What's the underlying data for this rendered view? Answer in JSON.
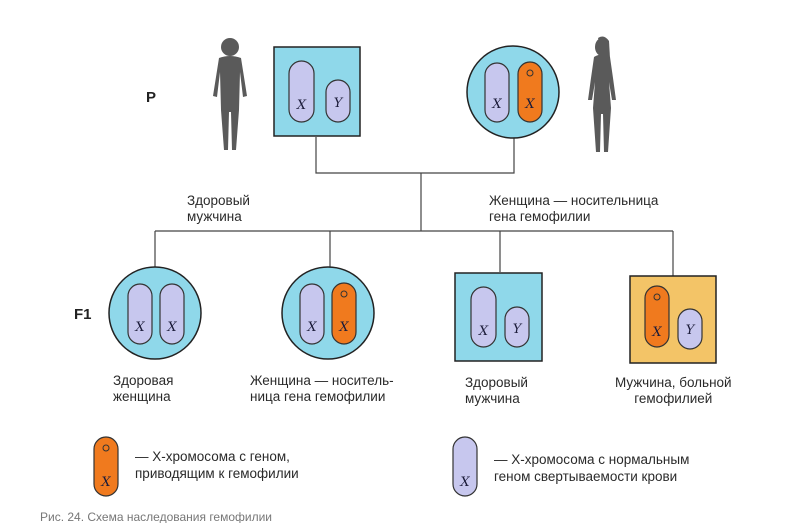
{
  "colors": {
    "cell_fill": "#8fd8ea",
    "cell_stroke": "#222222",
    "normal_x_fill": "#c7c7ee",
    "mutant_x_fill": "#f07a1e",
    "affected_square_fill": "#f3c467",
    "line": "#444444"
  },
  "generations": {
    "parents_label": "P",
    "offspring_label": "F1"
  },
  "parents": {
    "father": {
      "icon": "male-silhouette-icon",
      "shape": "square",
      "chromosomes": [
        {
          "letter": "X",
          "type": "normal"
        },
        {
          "letter": "Y",
          "type": "y"
        }
      ],
      "caption_lines": [
        "Здоровый",
        "мужчина"
      ]
    },
    "mother": {
      "icon": "female-silhouette-icon",
      "shape": "circle",
      "chromosomes": [
        {
          "letter": "X",
          "type": "normal"
        },
        {
          "letter": "X",
          "type": "mutant"
        }
      ],
      "caption_lines": [
        "Женщина — носительница",
        "гена гемофилии"
      ]
    }
  },
  "offspring": [
    {
      "shape": "circle",
      "chromosomes": [
        {
          "letter": "X",
          "type": "normal"
        },
        {
          "letter": "X",
          "type": "normal"
        }
      ],
      "caption_lines": [
        "Здоровая",
        "женщина"
      ]
    },
    {
      "shape": "circle",
      "chromosomes": [
        {
          "letter": "X",
          "type": "normal"
        },
        {
          "letter": "X",
          "type": "mutant"
        }
      ],
      "caption_lines": [
        "Женщина — носитель-",
        "ница гена гемофилии"
      ]
    },
    {
      "shape": "square",
      "chromosomes": [
        {
          "letter": "X",
          "type": "normal"
        },
        {
          "letter": "Y",
          "type": "y"
        }
      ],
      "caption_lines": [
        "Здоровый",
        "мужчина"
      ]
    },
    {
      "shape": "square-affected",
      "chromosomes": [
        {
          "letter": "X",
          "type": "mutant"
        },
        {
          "letter": "Y",
          "type": "y"
        }
      ],
      "caption_lines": [
        "Мужчина, больной",
        "гемофилией"
      ]
    }
  ],
  "legend": {
    "mutant": {
      "letter": "X",
      "lines": [
        "— X-хромосома с геном,",
        "приводящим к гемофилии"
      ]
    },
    "normal": {
      "letter": "X",
      "lines": [
        "— X-хромосома с нормальным",
        "геном свертываемости крови"
      ]
    }
  },
  "caption": "Рис. 24. Схема наследования гемофилии"
}
